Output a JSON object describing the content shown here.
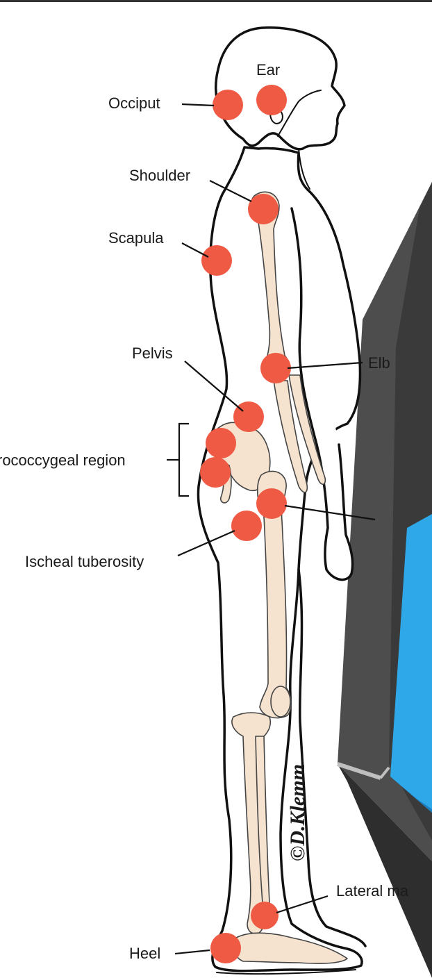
{
  "labels": {
    "ear": "Ear",
    "occiput": "Occiput",
    "shoulder": "Shoulder",
    "scapula": "Scapula",
    "elbow": "Elb",
    "pelvis": "Pelvis",
    "sacrococcygeal": "rococcygeal region",
    "ischeal": "Ischeal tuberosity",
    "lateral_malleolus": "Lateral ma",
    "heel": "Heel"
  },
  "signature": "©D.Klemm",
  "colors": {
    "pressure_point": "#ee5a44",
    "bone": "#f5e3cf",
    "outline": "#111111",
    "panel_dark": "#4d4d4d",
    "panel_blue": "#2ea8e8",
    "top_border": "#333333"
  }
}
